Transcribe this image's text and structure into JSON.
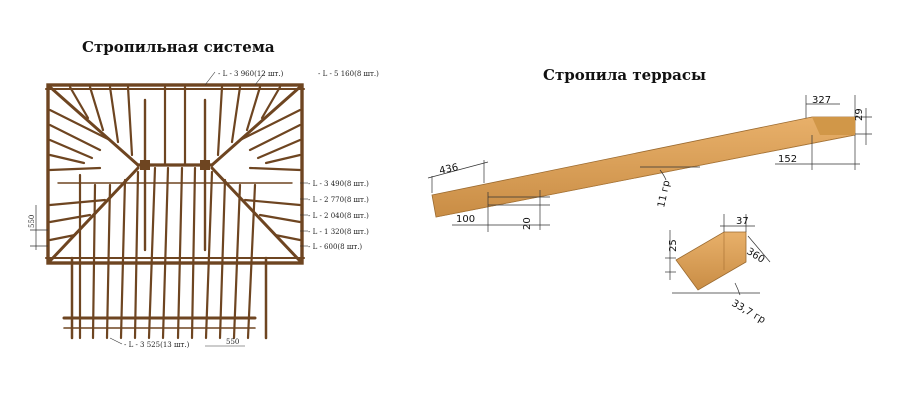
{
  "titles": {
    "left": "Стропильная система",
    "right": "Стропила террасы"
  },
  "rafter_labels": {
    "top1": "- L - 3 960(12 шт.)",
    "top2": "- L - 5 160(8 шт.)",
    "r1": "- L - 3 490(8 шт.)",
    "r2": "- L - 2 770(8 шт.)",
    "r3": "- L - 2 040(8 шт.)",
    "r4": "- L - 1 320(8 шт.)",
    "r5": "- L - 600(8 шт.)",
    "bottom": "- L - 3 525(13 шт.)"
  },
  "plan_dims": {
    "side": "550",
    "bottom": "550"
  },
  "terrace_dims": {
    "d436": "436",
    "d327": "327",
    "d29": "29",
    "d152": "152",
    "d100": "100",
    "d20": "20",
    "angle": "11 гр"
  },
  "detail_dims": {
    "d37": "37",
    "d25": "25",
    "d360": "360",
    "angle": "33,7 гр"
  },
  "colors": {
    "wood_dark": "#8a5a2b",
    "wood_light": "#d9a35a",
    "wood_face": "#e0a55e",
    "line": "#333333"
  }
}
